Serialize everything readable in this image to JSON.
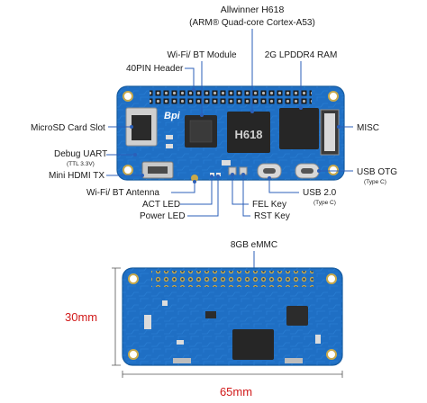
{
  "labels": {
    "soc": "Allwinner H618",
    "soc_core": "(ARM® Quad-core Cortex-A53)",
    "wifi_bt_module": "Wi-Fi/ BT Module",
    "ram": "2G LPDDR4 RAM",
    "header40": "40PIN Header",
    "microsd": "MicroSD Card Slot",
    "misc": "MISC",
    "debug_uart": "Debug UART",
    "debug_uart_sub": "(TTL 3.3V)",
    "mini_hdmi": "Mini HDMI TX",
    "usb_otg": "USB OTG",
    "usb_otg_sub": "(Type C)",
    "wifi_antenna": "Wi-Fi/ BT Antenna",
    "usb20": "USB 2.0",
    "usb20_sub": "(Type C)",
    "act_led": "ACT LED",
    "fel_key": "FEL Key",
    "power_led": "Power LED",
    "rst_key": "RST Key",
    "emmc": "8GB eMMC"
  },
  "chip_text": {
    "soc_mark": "H618",
    "board_logo": "Bpi"
  },
  "dimensions": {
    "height": "30mm",
    "width": "65mm"
  },
  "colors": {
    "board": "#1f6fc4",
    "board_dark": "#1657a0",
    "leader": "#2b5fb8",
    "dimension": "#d11a1a",
    "chip": "#2a2a2a",
    "connector": "#d8d8d8"
  }
}
